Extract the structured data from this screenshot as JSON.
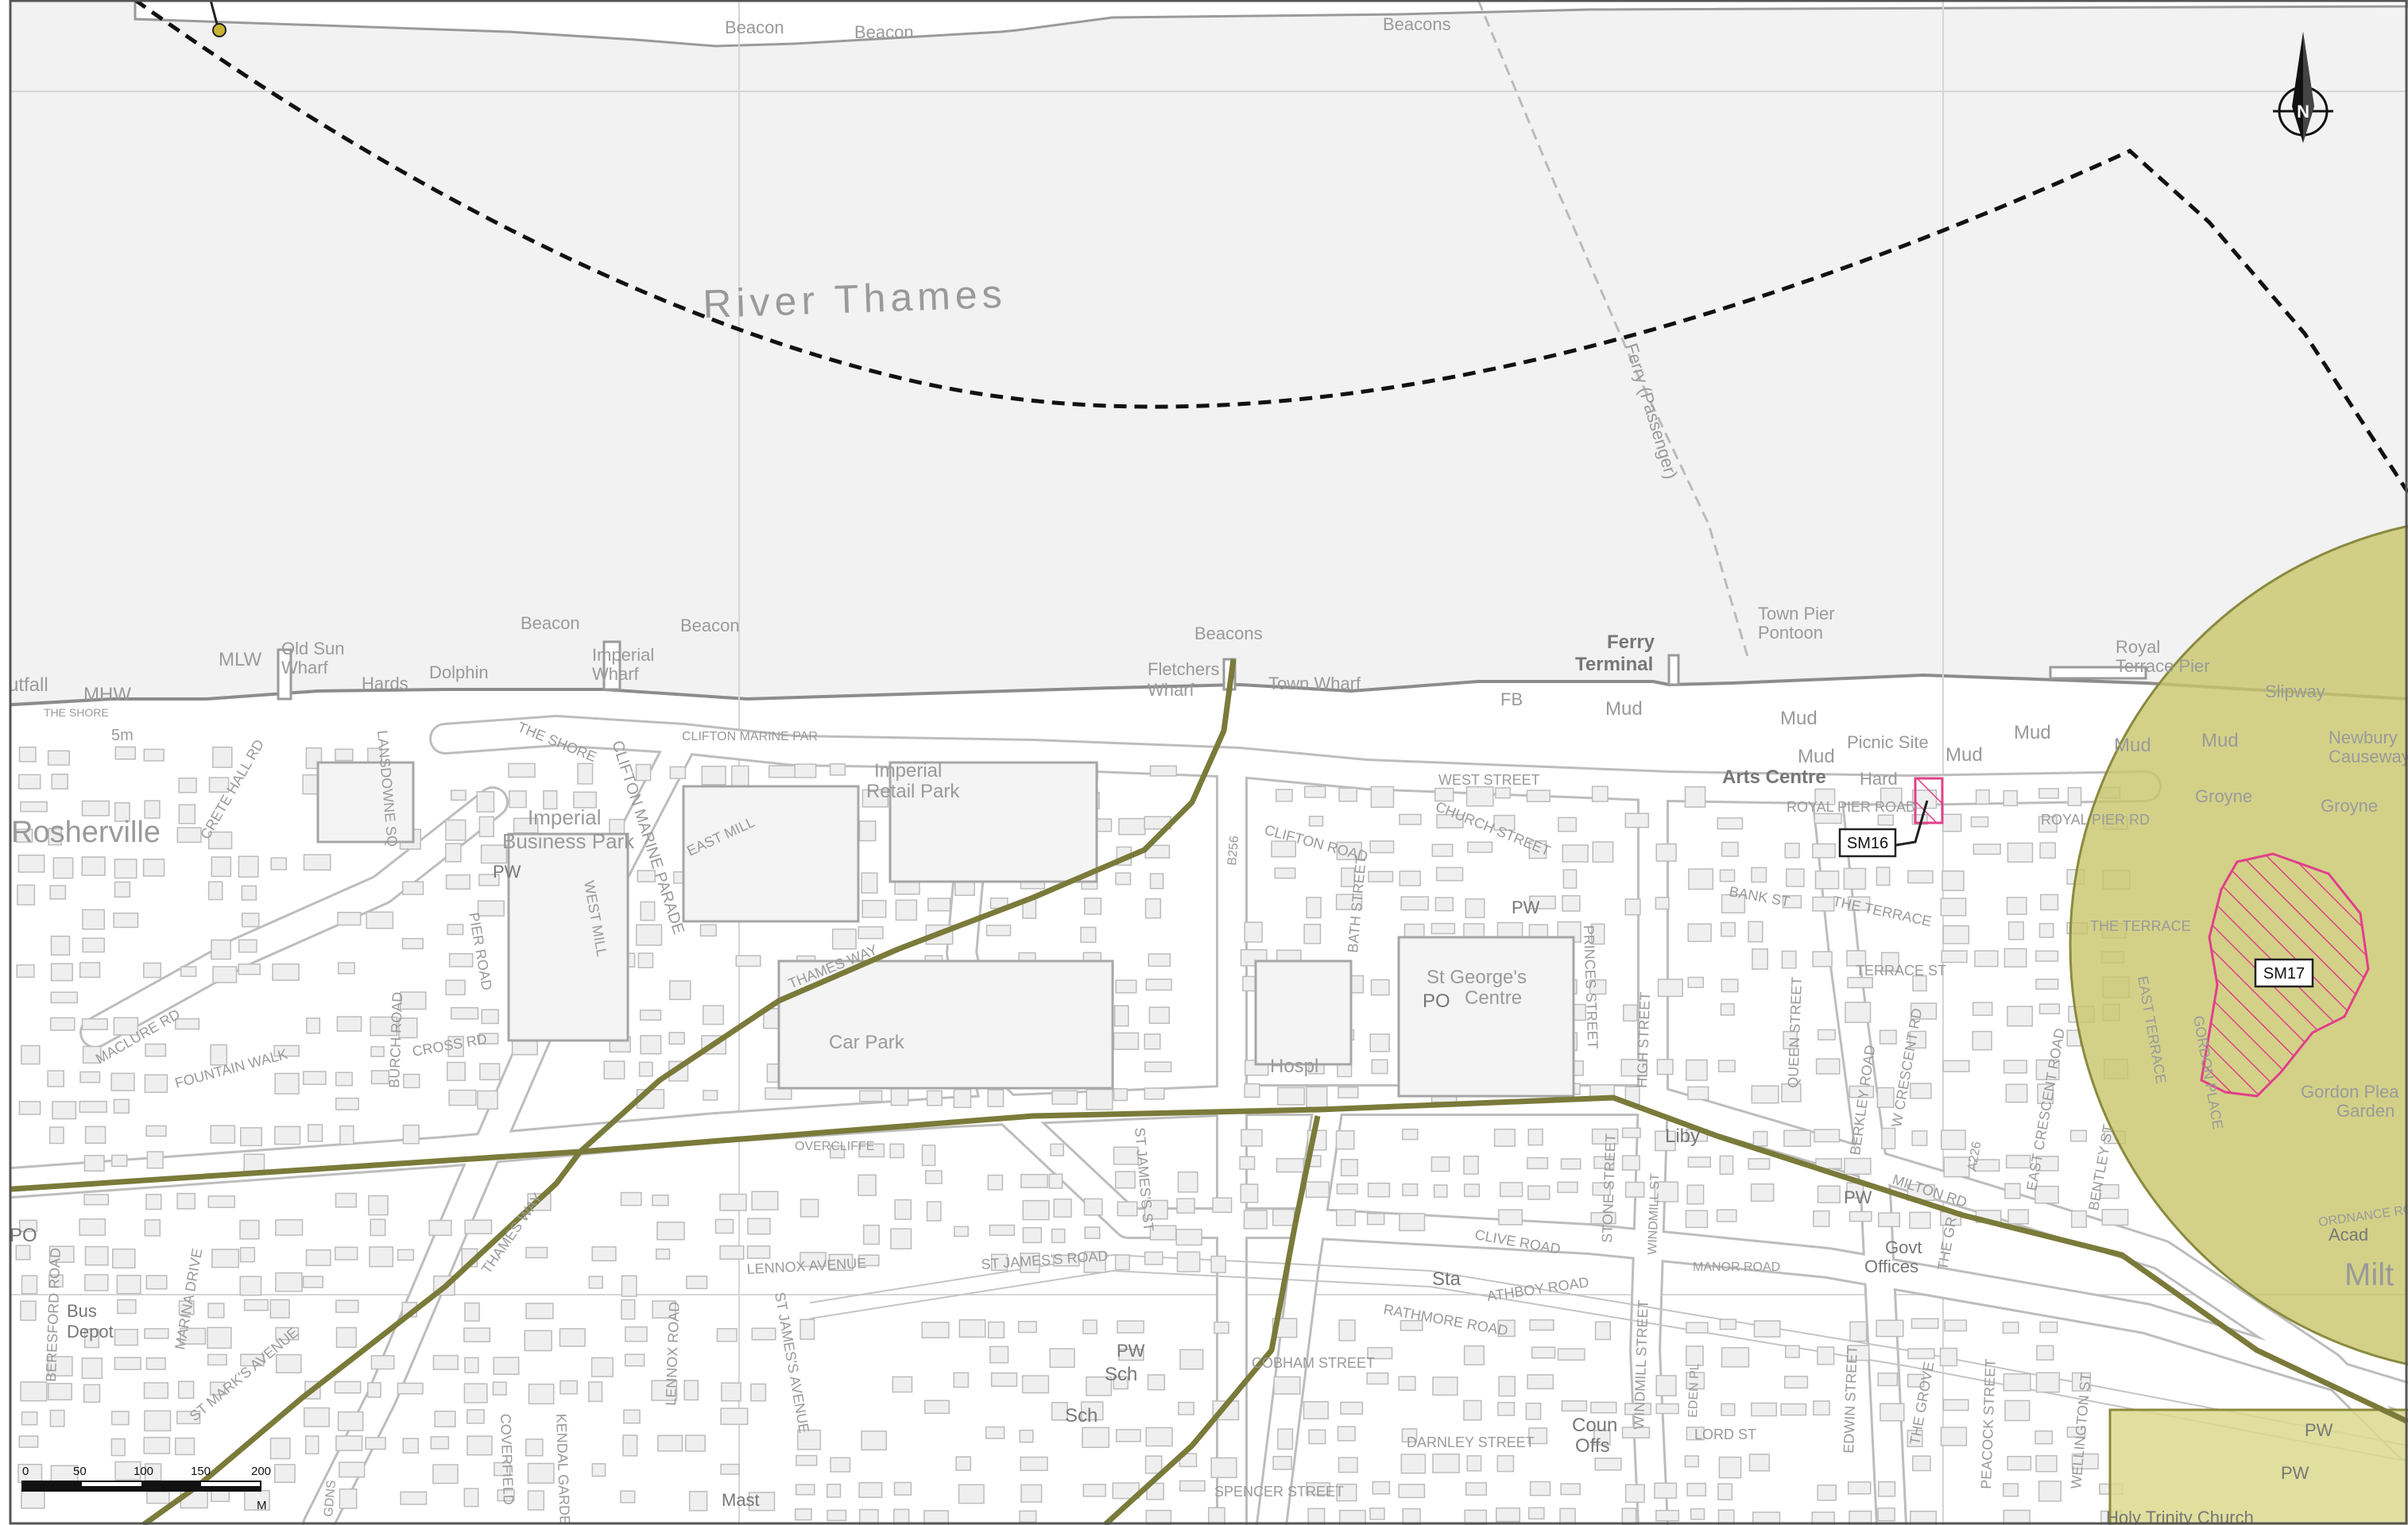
{
  "colors": {
    "river": "#f2f2f2",
    "land": "#ffffff",
    "building": "#ececec",
    "road_edge": "#bdbdbd",
    "route": "#7a7a3a",
    "zone_fill": "#c8c56a",
    "zone_stroke": "#8a8a40",
    "hatch": "#e0408a",
    "arc": "#111111",
    "label": "#9a9a9a",
    "label_dark": "#777777"
  },
  "labels": {
    "river": "River Thames",
    "rosherville": "Rosherville",
    "beacon_1": "Beacon",
    "beacon_2": "Beacon",
    "beacons_top": "Beacons",
    "beacon_3": "Beacon",
    "beacon_4": "Beacon",
    "beacons_mid": "Beacons",
    "ferry_passenger": "Ferry (Passenger)",
    "outfall": "utfall",
    "mhw": "MHW",
    "mlw": "MLW",
    "old_sun_wharf_1": "Old Sun",
    "old_sun_wharf_2": "Wharf",
    "hards": "Hards",
    "dolphin": "Dolphin",
    "imperial_wharf_1": "Imperial",
    "imperial_wharf_2": "Wharf",
    "fletchers_wharf_1": "Fletchers",
    "fletchers_wharf_2": "Wharf",
    "town_wharf": "Town Wharf",
    "ferry_terminal_1": "Ferry",
    "ferry_terminal_2": "Terminal",
    "town_pier_1": "Town Pier",
    "town_pier_2": "Pontoon",
    "royal_terrace_pier_1": "Royal",
    "royal_terrace_pier_2": "Terrace Pier",
    "slipway": "Slipway",
    "newbury_1": "Newbury",
    "newbury_2": "Causeway",
    "mud_1": "Mud",
    "mud_2": "Mud",
    "mud_3": "Mud",
    "mud_4": "Mud",
    "mud_5": "Mud",
    "mud_6": "Mud",
    "mud_7": "Mud",
    "fb": "FB",
    "picnic_site": "Picnic Site",
    "hard": "Hard",
    "arts_centre": "Arts Centre",
    "groyne_1": "Groyne",
    "groyne_2": "Groyne",
    "the_shore": "THE SHORE",
    "the_shore_2": "THE SHORE",
    "five_m": "5m",
    "clifton_marine_par": "CLIFTON MARINE PAR",
    "clifton_marine_parade": "CLIFTON MARINE PARADE",
    "imperial_business_park_1": "Imperial",
    "imperial_business_park_2": "Business Park",
    "imperial_retail_park_1": "Imperial",
    "imperial_retail_park_2": "Retail Park",
    "east_mill": "EAST MILL",
    "west_mill": "WEST MILL",
    "pier_road": "PIER ROAD",
    "burch_road": "BURCH ROAD",
    "cross_rd": "CROSS RD",
    "lansdowne_sq": "LANSDOWNE SQ",
    "crete_hall_rd": "CRETE HALL RD",
    "maclure_rd": "MACLURE RD",
    "fountain_walk": "FOUNTAIN WALK",
    "thames_way": "THAMES WAY",
    "thames_way_2": "THAMES WAY",
    "car_park": "Car Park",
    "b256": "B256",
    "clifton_road": "CLIFTON ROAD",
    "west_street": "WEST STREET",
    "church_street": "CHURCH STREET",
    "bath_street": "BATH STREET",
    "hospl": "Hospl",
    "st_georges_1": "St George's",
    "st_georges_2": "Centre",
    "po_1": "PO",
    "po_2": "PO",
    "pw_1": "PW",
    "pw_2": "PW",
    "pw_3": "PW",
    "pw_4": "PW",
    "pw_5": "PW",
    "pw_6": "PW",
    "princes_street": "PRINCES STREET",
    "high_street": "HIGH STREET",
    "bank_st": "BANK ST",
    "royal_pier_road": "ROYAL PIER ROAD",
    "royal_pier_rd": "ROYAL PIER RD",
    "the_terrace": "THE TERRACE",
    "the_terrace_2": "THE TERRACE",
    "terrace_st": "TERRACE ST",
    "queen_street": "QUEEN STREET",
    "berkley_road": "BERKLEY ROAD",
    "crescent_rd": "W CRESCENT RD",
    "east_crescent_road": "EAST CRESCENT ROAD",
    "a226": "A226",
    "bentley_st": "BENTLEY ST",
    "east_terrace": "EAST TERRACE",
    "the_grove_short": "THE GR",
    "liby": "Liby",
    "govt_offices_1": "Govt",
    "govt_offices_2": "Offices",
    "milton_rd": "MILTON RD",
    "overcliffe": "OVERCLIFFE",
    "lennox_avenue": "LENNOX AVENUE",
    "lennox_road": "LENNOX ROAD",
    "st_james_road": "ST JAMES'S ROAD",
    "st_james_st": "ST JAMES'S ST",
    "st_james_avenue": "ST JAMES'S AVENUE",
    "clive_road": "CLIVE ROAD",
    "stone_street": "STONE STREET",
    "windmill_street": "WINDMILL STREET",
    "windmill_st": "WINDMILL ST",
    "manor_road": "MANOR ROAD",
    "sta": "Sta",
    "rathmore_road": "RATHMORE ROAD",
    "athboy_road": "ATHBOY ROAD",
    "cobham_street": "COBHAM STREET",
    "darnley_street": "DARNLEY STREET",
    "spencer_street": "SPENCER STREET",
    "edwin_street": "EDWIN STREET",
    "the_grove": "THE GROVE",
    "peacock_street": "PEACOCK STREET",
    "wellington_st": "WELLINGTON ST",
    "lord_st": "LORD ST",
    "eden_pl": "EDEN PL",
    "coun_offs_1": "Coun",
    "coun_offs_2": "Offs",
    "sch_1": "Sch",
    "sch_2": "Sch",
    "bus_depot_1": "Bus",
    "bus_depot_2": "Depot",
    "beresford_road": "BERESFORD ROAD",
    "marina_drive": "MARINA DRIVE",
    "st_marks_avenue": "ST MARK'S AVENUE",
    "kendal_gardens": "KENDAL GARDENS",
    "coverfield": "COVERFIELD",
    "mast": "Mast",
    "gdns": "GDNS",
    "gordon_place": "GORDON PLACE",
    "gordon_pleasure_1": "Gordon Plea",
    "gordon_pleasure_2": "Garden",
    "acad": "Acad",
    "milton": "Milt",
    "ordnance_road": "ORDNANCE ROAD",
    "holy_trinity": "Holy Trinity Church",
    "sm16": "SM16",
    "sm17": "SM17",
    "north": "N"
  },
  "scale_bar": {
    "ticks": [
      "0",
      "50",
      "100",
      "150",
      "200"
    ],
    "unit": "M"
  }
}
